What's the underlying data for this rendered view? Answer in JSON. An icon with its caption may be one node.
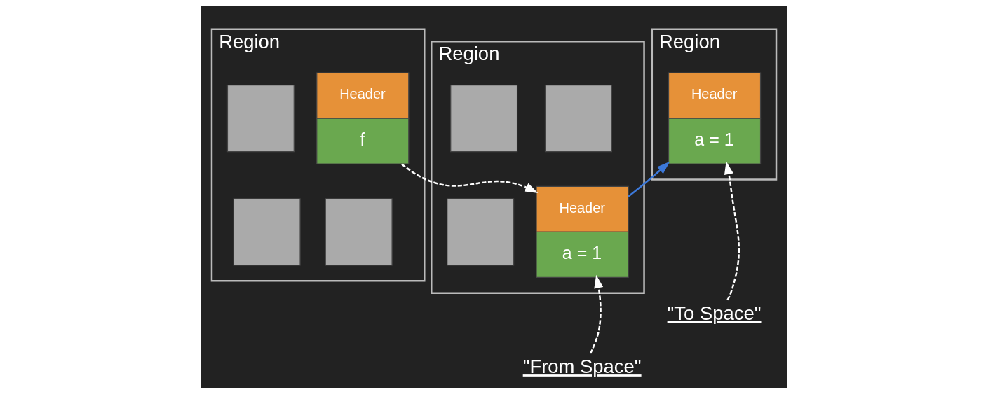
{
  "diagram": {
    "nodes": [
      {
        "text": [
          "Region"
        ]
      },
      {
        "text": [],
        "shape": "box",
        "in": 0
      },
      {
        "text": [
          "Header",
          "f"
        ],
        "in": 0
      },
      {
        "text": [],
        "shape": "box",
        "in": 0
      },
      {
        "text": [],
        "shape": "box",
        "in": 0
      },
      {
        "text": [
          "Region"
        ]
      },
      {
        "text": [],
        "shape": "box",
        "in": 5
      },
      {
        "text": [],
        "shape": "box",
        "in": 5
      },
      {
        "text": [],
        "shape": "box",
        "in": 5
      },
      {
        "text": [
          "Header",
          "a = 1"
        ],
        "in": 5
      },
      {
        "text": [
          "Region"
        ]
      },
      {
        "text": [
          "Header",
          "a = 1"
        ],
        "in": 10
      },
      {
        "text": [
          "\"From Space\""
        ]
      },
      {
        "text": [
          "\"To Space\""
        ]
      }
    ],
    "edges": [
      {
        "from": 2,
        "to": 9,
        "arrow": "to",
        "style": "dashed"
      },
      {
        "from": 9,
        "to": 11,
        "arrow": "to",
        "color": "#3c78d8"
      },
      {
        "from": 12,
        "to": 9,
        "arrow": "to",
        "style": "dashed"
      },
      {
        "from": 13,
        "to": 11,
        "arrow": "to",
        "style": "dashed"
      }
    ]
  }
}
